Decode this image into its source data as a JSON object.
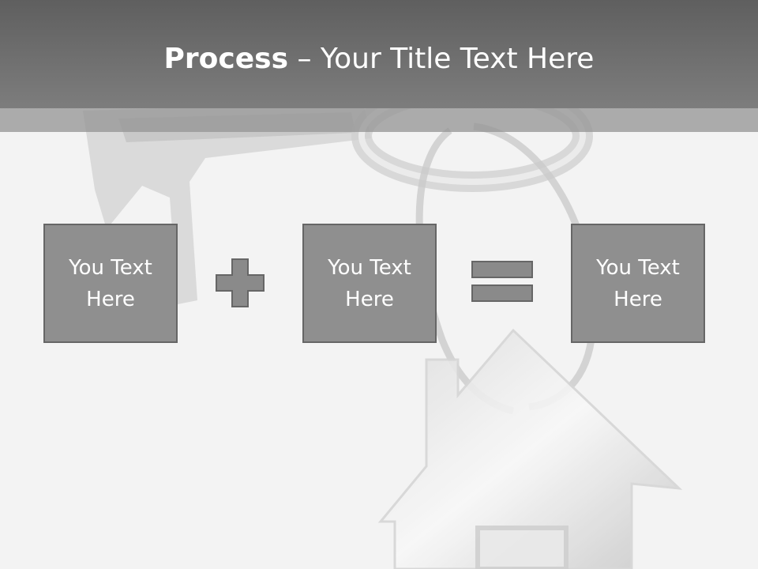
{
  "title": {
    "bold": "Process",
    "rest": " – Your Title Text Here"
  },
  "boxes": [
    {
      "label": "You Text Here"
    },
    {
      "label": "You Text Here"
    },
    {
      "label": "You Text Here"
    }
  ],
  "icons": {
    "operator_1": "plus-icon",
    "operator_2": "equals-icon",
    "background": "house-keys-image"
  },
  "colors": {
    "title_bar": "#6b6b6b",
    "box_fill": "#8f8f8f",
    "box_border": "#666666",
    "operator_fill": "#8a8a8a",
    "background": "#f3f3f3"
  }
}
